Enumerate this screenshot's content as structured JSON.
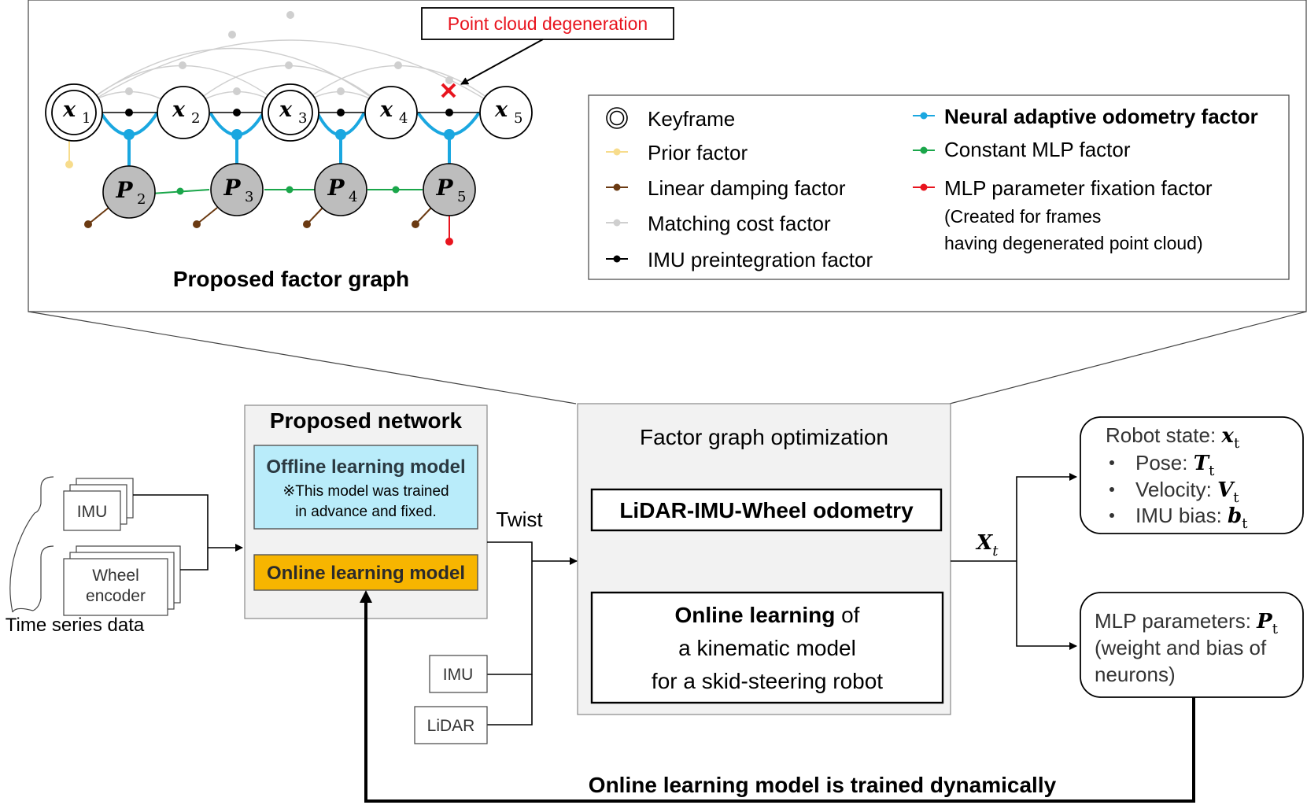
{
  "factor_graph": {
    "title": "Proposed factor graph",
    "callout": "Point cloud degeneration",
    "state_nodes": [
      {
        "sym": "x",
        "sub": "1",
        "keyframe": true
      },
      {
        "sym": "x",
        "sub": "2",
        "keyframe": false
      },
      {
        "sym": "x",
        "sub": "3",
        "keyframe": true
      },
      {
        "sym": "x",
        "sub": "4",
        "keyframe": false
      },
      {
        "sym": "x",
        "sub": "5",
        "keyframe": false
      }
    ],
    "param_nodes": [
      {
        "sym": "P",
        "sub": "2"
      },
      {
        "sym": "P",
        "sub": "3"
      },
      {
        "sym": "P",
        "sub": "4"
      },
      {
        "sym": "P",
        "sub": "5"
      }
    ]
  },
  "legend": {
    "left": [
      {
        "label": "Keyframe",
        "marker": "keyframe",
        "color": "#000000"
      },
      {
        "label": "Prior factor",
        "marker": "line",
        "color": "#f7dc8c"
      },
      {
        "label": "Linear damping factor",
        "marker": "line",
        "color": "#6b3a12"
      },
      {
        "label": "Matching cost factor",
        "marker": "line",
        "color": "#cfcfcf"
      },
      {
        "label": "IMU preintegration factor",
        "marker": "line",
        "color": "#000000"
      }
    ],
    "right": [
      {
        "label": "Neural adaptive odometry factor",
        "marker": "line",
        "color": "#1aa7e0",
        "bold": true
      },
      {
        "label": "Constant MLP factor",
        "marker": "line",
        "color": "#1aa64a"
      },
      {
        "label": "MLP parameter fixation factor",
        "marker": "line",
        "color": "#e8141e"
      }
    ],
    "fixation_note": [
      "(Created for frames",
      "having degenerated point cloud)"
    ]
  },
  "pipeline": {
    "inputs": {
      "imu": "IMU",
      "wheel_line1": "Wheel",
      "wheel_line2": "encoder",
      "caption": "Time series data"
    },
    "network": {
      "title": "Proposed network",
      "offline_title": "Offline learning model",
      "offline_note1": "※This model was trained",
      "offline_note2": "in advance and fixed.",
      "online_title": "Online learning model"
    },
    "twist": "Twist",
    "sensors": {
      "imu": "IMU",
      "lidar": "LiDAR"
    },
    "optimization": {
      "title": "Factor graph optimization",
      "odometry": "LiDAR-IMU-Wheel odometry",
      "learning_bold": "Online learning",
      "learning_rest": " of",
      "learning_line2": "a kinematic model",
      "learning_line3": "for a skid-steering robot"
    },
    "output_symbol": "X",
    "output_sub": "t",
    "robot_state": {
      "title": "Robot state: ",
      "title_sym": "x",
      "items": [
        {
          "label": "Pose: ",
          "sym": "T"
        },
        {
          "label": "Velocity: ",
          "sym": "V"
        },
        {
          "label": "IMU bias: ",
          "sym": "b"
        }
      ],
      "sub": "t"
    },
    "mlp": {
      "line1": "MLP parameters: ",
      "sym": "P",
      "sub": "t",
      "line2": "(weight and bias of",
      "line3": "neurons)"
    },
    "feedback": "Online learning model is trained dynamically"
  },
  "colors": {
    "naf": "#1aa7e0",
    "const_mlp": "#1aa64a",
    "fixation": "#e8141e",
    "prior": "#f7dc8c",
    "damping": "#6b3a12",
    "matching": "#cfcfcf",
    "node_fill": "#bdbdbd",
    "offline_fill": "#b9ecfa",
    "online_fill": "#f7b500",
    "panel_fill": "#f2f2f2",
    "callout_red": "#e8141e"
  }
}
